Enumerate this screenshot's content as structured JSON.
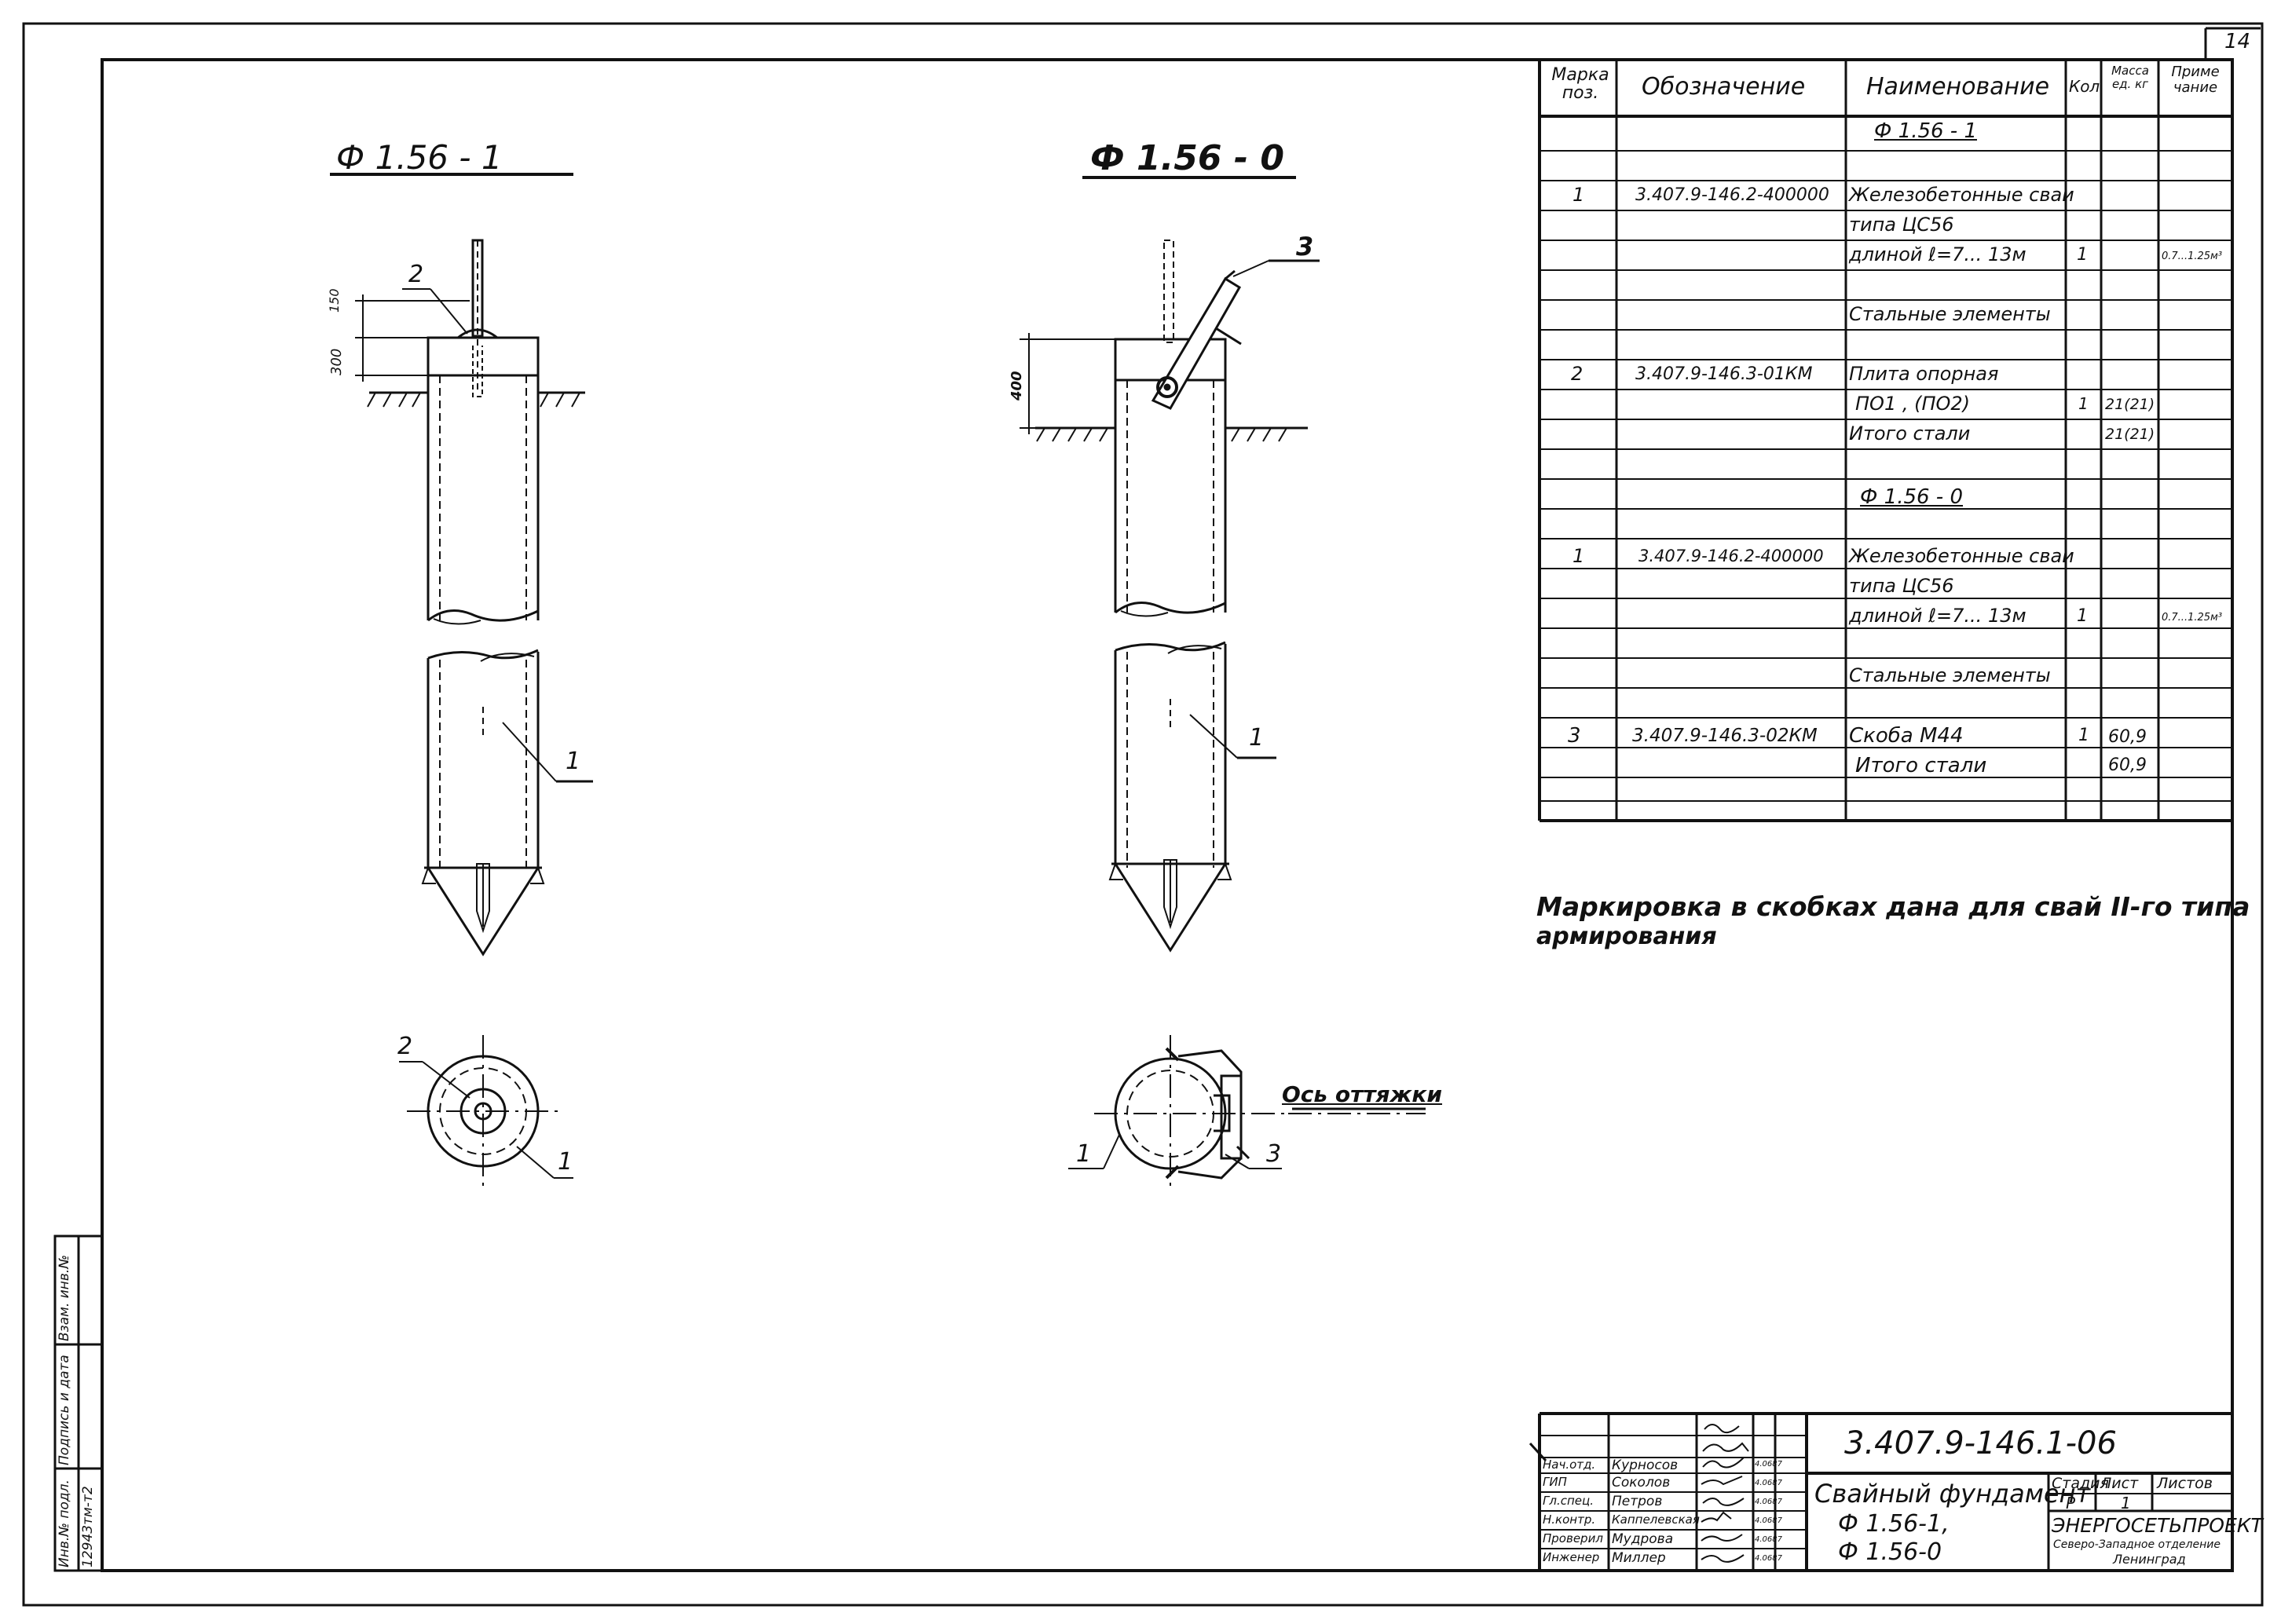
{
  "sheet": {
    "number": "14"
  },
  "views": {
    "left_title": "Ф 1.56 - 1",
    "right_title": "Ф 1.56 - 0",
    "dim_150": "150",
    "dim_300": "300",
    "dim_400": "400",
    "callouts": {
      "c1": "1",
      "c2": "2",
      "c3": "3"
    },
    "axis_label": "Ось оттяжки"
  },
  "spec": {
    "headers": [
      "Марка поз.",
      "Обозначение",
      "Наименование",
      "Кол",
      "Масса ед. кг",
      "Приме чание"
    ],
    "rows": [
      [
        "",
        "",
        "Ф 1.56 - 1",
        "",
        "",
        ""
      ],
      [
        "",
        "",
        "",
        "",
        "",
        ""
      ],
      [
        "1",
        "3.407.9-146.2-400000",
        "Железобетонные сваи",
        "",
        "",
        ""
      ],
      [
        "",
        "",
        "типа ЦС56",
        "",
        "",
        ""
      ],
      [
        "",
        "",
        "длиной ℓ=7... 13м",
        "1",
        "",
        "0.7...1.25м³"
      ],
      [
        "",
        "",
        "",
        "",
        "",
        ""
      ],
      [
        "",
        "",
        "Стальные элементы",
        "",
        "",
        ""
      ],
      [
        "",
        "",
        "",
        "",
        "",
        ""
      ],
      [
        "2",
        "3.407.9-146.3-01КМ",
        "Плита опорная",
        "",
        "",
        ""
      ],
      [
        "",
        "",
        "ПО1 , (ПО2)",
        "1",
        "21(21)",
        ""
      ],
      [
        "",
        "",
        "Итого стали",
        "",
        "21(21)",
        ""
      ],
      [
        "",
        "",
        "",
        "",
        "",
        ""
      ],
      [
        "",
        "",
        "Ф 1.56 - 0",
        "",
        "",
        ""
      ],
      [
        "",
        "",
        "",
        "",
        "",
        ""
      ],
      [
        "1",
        "3.407.9-146.2-400000",
        "Железобетонные сваи",
        "",
        "",
        ""
      ],
      [
        "",
        "",
        "типа ЦС56",
        "",
        "",
        ""
      ],
      [
        "",
        "",
        "длиной ℓ=7... 13м",
        "1",
        "",
        "0.7...1.25м³"
      ],
      [
        "",
        "",
        "",
        "",
        "",
        ""
      ],
      [
        "",
        "",
        "Стальные элементы",
        "",
        "",
        ""
      ],
      [
        "",
        "",
        "",
        "",
        "",
        ""
      ],
      [
        "3",
        "3.407.9-146.3-02КМ",
        "Скоба М44",
        "1",
        "60,9",
        ""
      ],
      [
        "",
        "",
        "Итого стали",
        "",
        "60,9",
        ""
      ],
      [
        "",
        "",
        "",
        "",
        "",
        ""
      ]
    ]
  },
  "note": {
    "line1": "Маркировка в скобках дана для свай II-го типа",
    "line2": "армирования"
  },
  "side_stamp": {
    "inv": "Инв.№ подл.",
    "sign": "Подпись и дата",
    "vz": "Взам. инв.№",
    "inv_value": "12943тм-т2"
  },
  "title_block": {
    "code": "3.407.9-146.1-06",
    "name": "Свайный фундамент",
    "sub1": "Ф 1.56-1,",
    "sub2": "Ф 1.56-0",
    "stage_label": "Стадия",
    "sheet_label": "Лист",
    "sheets_label": "Листов",
    "stage": "Р",
    "sheet": "1",
    "org1": "ЭНЕРГОСЕТЬПРОЕКТ",
    "org2": "Северо-Западное отделение",
    "org3": "Ленинград",
    "people": [
      {
        "role": "Нач.отд.",
        "name": "Курносов",
        "date": "4.0687"
      },
      {
        "role": "ГИП",
        "name": "Соколов",
        "date": "4.0687"
      },
      {
        "role": "Гл.спец.",
        "name": "Петров",
        "date": "4.0687"
      },
      {
        "role": "Н.контр.",
        "name": "Каппелевская",
        "date": "4.0687"
      },
      {
        "role": "Проверил",
        "name": "Мудрова",
        "date": "4.0687"
      },
      {
        "role": "Инженер",
        "name": "Миллер",
        "date": "4.0687"
      }
    ]
  }
}
